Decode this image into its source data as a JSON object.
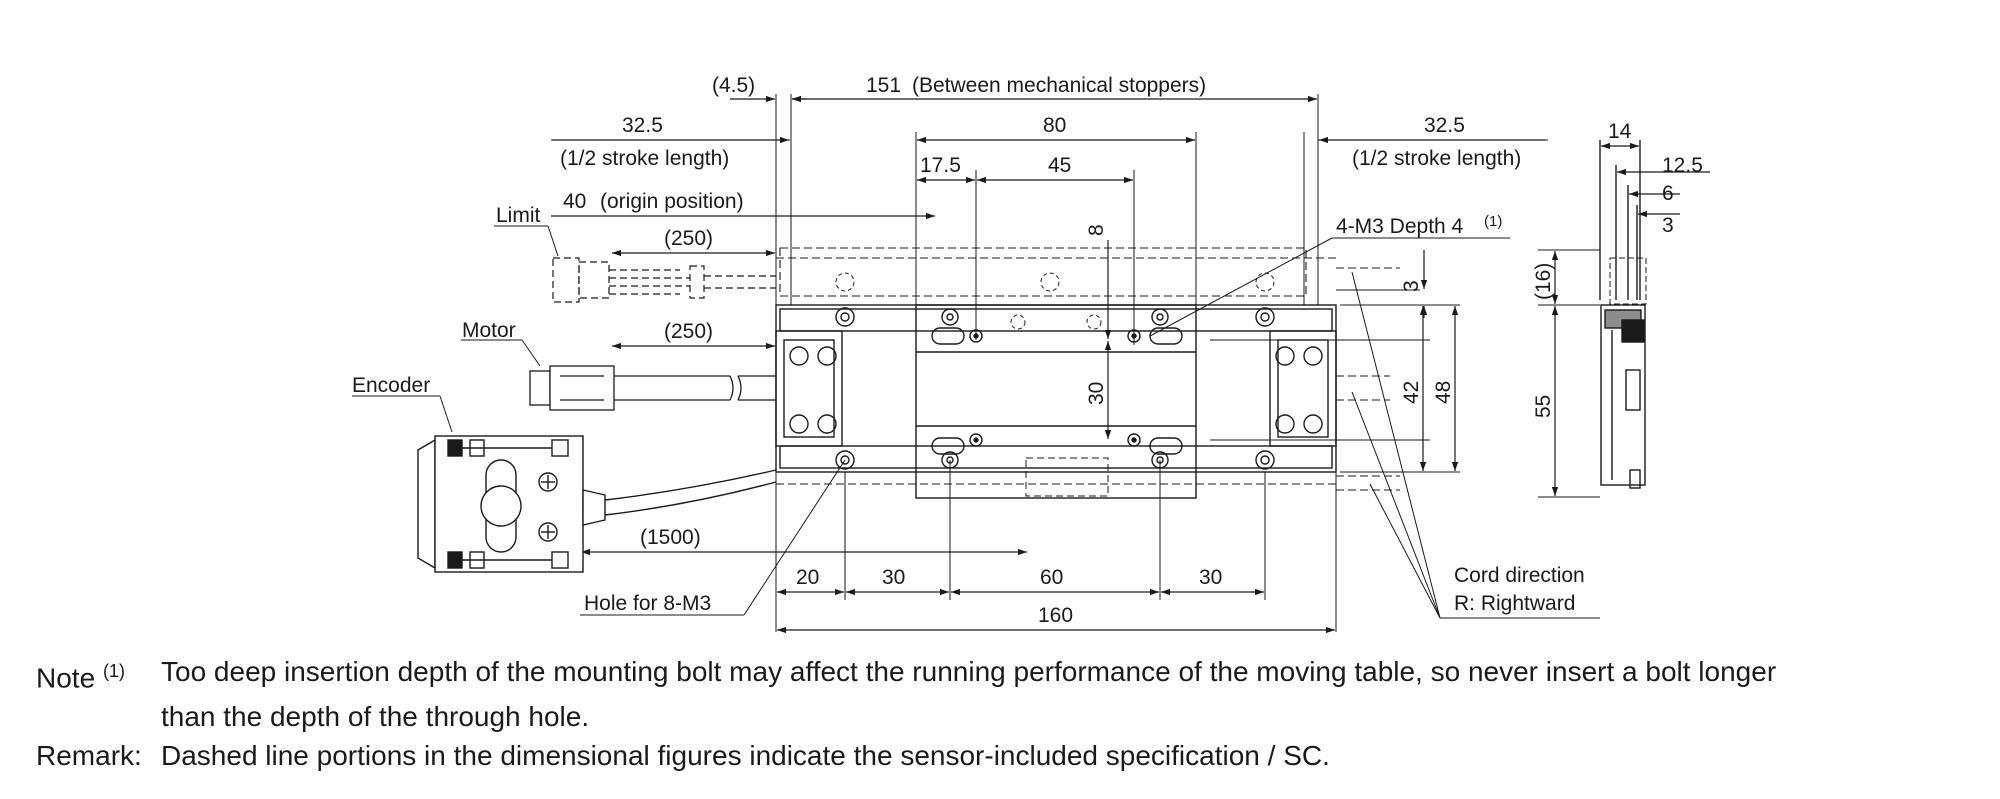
{
  "dimensions": {
    "d4_5": "(4.5)",
    "d151": "151",
    "d151_note": "(Between mechanical stoppers)",
    "d32_5_left": "32.5",
    "d32_5_left_note": "(1/2 stroke length)",
    "d80": "80",
    "d32_5_right": "32.5",
    "d32_5_right_note": "(1/2 stroke length)",
    "d17_5": "17.5",
    "d45": "45",
    "d40": "40",
    "d40_note": "(origin position)",
    "d250_limit": "(250)",
    "d250_motor": "(250)",
    "d8": "8",
    "d30_vertical": "30",
    "d42": "42",
    "d48": "48",
    "d3_right": "3",
    "d1500": "(1500)",
    "d20": "20",
    "d30_a": "30",
    "d60": "60",
    "d30_b": "30",
    "d160": "160",
    "side_14": "14",
    "side_12_5": "12.5",
    "side_6": "6",
    "side_3": "3",
    "side_16": "(16)",
    "side_55": "55"
  },
  "labels": {
    "limit": "Limit",
    "motor": "Motor",
    "encoder": "Encoder",
    "tapped_holes": "4-M3 Depth 4",
    "tapped_holes_ref": "(1)",
    "hole_for": "Hole for 8-M3",
    "cord_direction": "Cord direction",
    "cord_rightward": "R: Rightward"
  },
  "notes": {
    "note_lead": "Note",
    "note_ref": "(1)",
    "note_line1": "Too deep insertion depth of the mounting bolt may affect the running performance of the moving table, so never insert a bolt longer",
    "note_line2": "than the depth of the through hole.",
    "remark_lead": "Remark:",
    "remark_text": "Dashed line portions in the dimensional figures indicate the sensor-included specification / SC."
  }
}
